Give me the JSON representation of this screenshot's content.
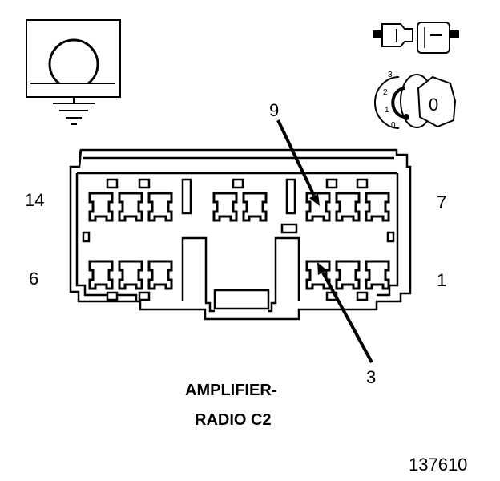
{
  "diagram": {
    "title_line1": "AMPLIFIER-",
    "title_line2": "RADIO C2",
    "figure_number": "137610",
    "pin_labels": {
      "top_left": "14",
      "top_right": "7",
      "bottom_left": "6",
      "bottom_right": "1"
    },
    "callouts": {
      "pin_9": "9",
      "pin_3": "3"
    },
    "ignition_key": {
      "positions": [
        "3",
        "2",
        "1",
        "0"
      ],
      "key_label": "0"
    },
    "symbols": {
      "ground_icon": "resistance-ohm-ground-symbol",
      "connector_icon": "disconnected-connector-icon",
      "ignition_icon": "ignition-switch-off-icon"
    },
    "colors": {
      "stroke": "#000000",
      "background": "#ffffff"
    }
  }
}
